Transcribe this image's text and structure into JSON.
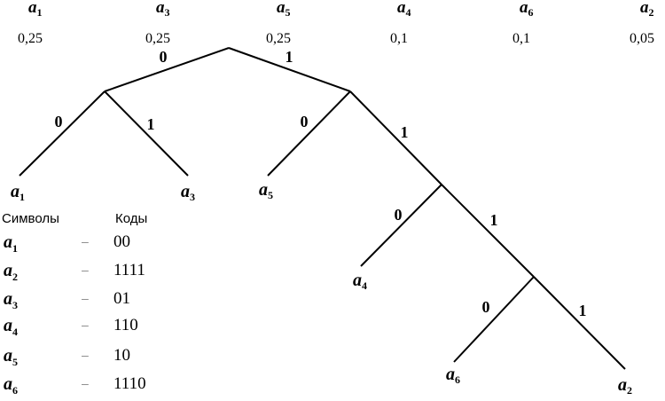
{
  "header_symbols": [
    {
      "letter": "a",
      "index": "1",
      "prob": "0,25"
    },
    {
      "letter": "a",
      "index": "3",
      "prob": "0,25"
    },
    {
      "letter": "a",
      "index": "5",
      "prob": "0,25"
    },
    {
      "letter": "a",
      "index": "4",
      "prob": "0,1"
    },
    {
      "letter": "a",
      "index": "6",
      "prob": "0,1"
    },
    {
      "letter": "a",
      "index": "2",
      "prob": "0,05"
    }
  ],
  "edges": [
    {
      "from": "root",
      "to": "n1",
      "label": "0"
    },
    {
      "from": "root",
      "to": "n2",
      "label": "1"
    },
    {
      "from": "n1",
      "to": "a1",
      "label": "0"
    },
    {
      "from": "n1",
      "to": "a3",
      "label": "1"
    },
    {
      "from": "n2",
      "to": "a5",
      "label": "0"
    },
    {
      "from": "n2",
      "to": "n3",
      "label": "1"
    },
    {
      "from": "n3",
      "to": "a4",
      "label": "0"
    },
    {
      "from": "n3",
      "to": "n4",
      "label": "1"
    },
    {
      "from": "n4",
      "to": "a6",
      "label": "0"
    },
    {
      "from": "n4",
      "to": "a2",
      "label": "1"
    }
  ],
  "leaves": [
    {
      "id": "a1",
      "letter": "a",
      "index": "1"
    },
    {
      "id": "a3",
      "letter": "a",
      "index": "3"
    },
    {
      "id": "a5",
      "letter": "a",
      "index": "5"
    },
    {
      "id": "a4",
      "letter": "a",
      "index": "4"
    },
    {
      "id": "a6",
      "letter": "a",
      "index": "6"
    },
    {
      "id": "a2",
      "letter": "a",
      "index": "2"
    }
  ],
  "table": {
    "col_symbols": "Символы",
    "col_codes": "Коды",
    "dash": "–",
    "rows": [
      {
        "letter": "a",
        "index": "1",
        "code": "00"
      },
      {
        "letter": "a",
        "index": "2",
        "code": "1111"
      },
      {
        "letter": "a",
        "index": "3",
        "code": "01"
      },
      {
        "letter": "a",
        "index": "4",
        "code": "110"
      },
      {
        "letter": "a",
        "index": "5",
        "code": "10"
      },
      {
        "letter": "a",
        "index": "6",
        "code": "1110"
      }
    ]
  }
}
